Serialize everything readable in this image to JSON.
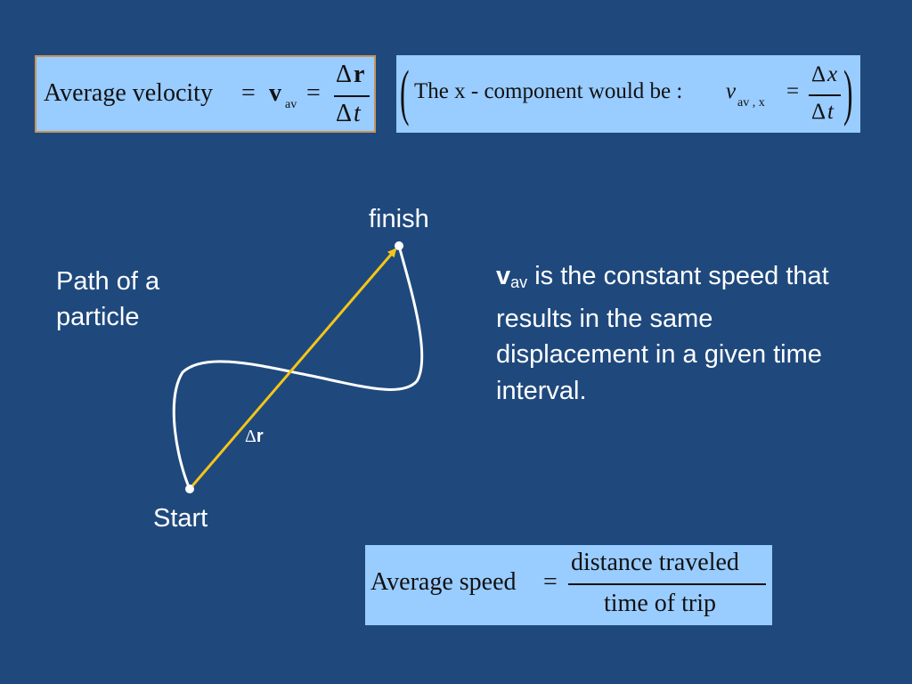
{
  "formula_velocity": {
    "lhs": "Average  velocity",
    "eq": "=",
    "v": "v",
    "sub": "av",
    "eq2": "=",
    "num_delta": "Δ",
    "num_var": "r",
    "den_delta": "Δ",
    "den_var": "t"
  },
  "formula_xcomp": {
    "open_paren": "(",
    "text": "The  x - component would be :",
    "v": "v",
    "sub": "av , x",
    "eq": "=",
    "num_delta": "Δ",
    "num_var": "x",
    "den_delta": "Δ",
    "den_var": "t",
    "close_paren": ")"
  },
  "formula_speed": {
    "lhs": "Average  speed",
    "eq": "=",
    "numerator": "distance traveled",
    "denominator": "time of  trip"
  },
  "diagram": {
    "finish_label": "finish",
    "start_label": "Start",
    "path_label": "Path of a particle",
    "delta_label": "Δ",
    "delta_var": "r",
    "path_color": "#ffffff",
    "arrow_color": "#f5c518"
  },
  "explanation": {
    "v": "v",
    "sub": "av",
    "text": " is the constant speed that results in the same displacement in a given time interval."
  },
  "colors": {
    "background": "#1f497d",
    "formula_box": "#99ccff"
  }
}
